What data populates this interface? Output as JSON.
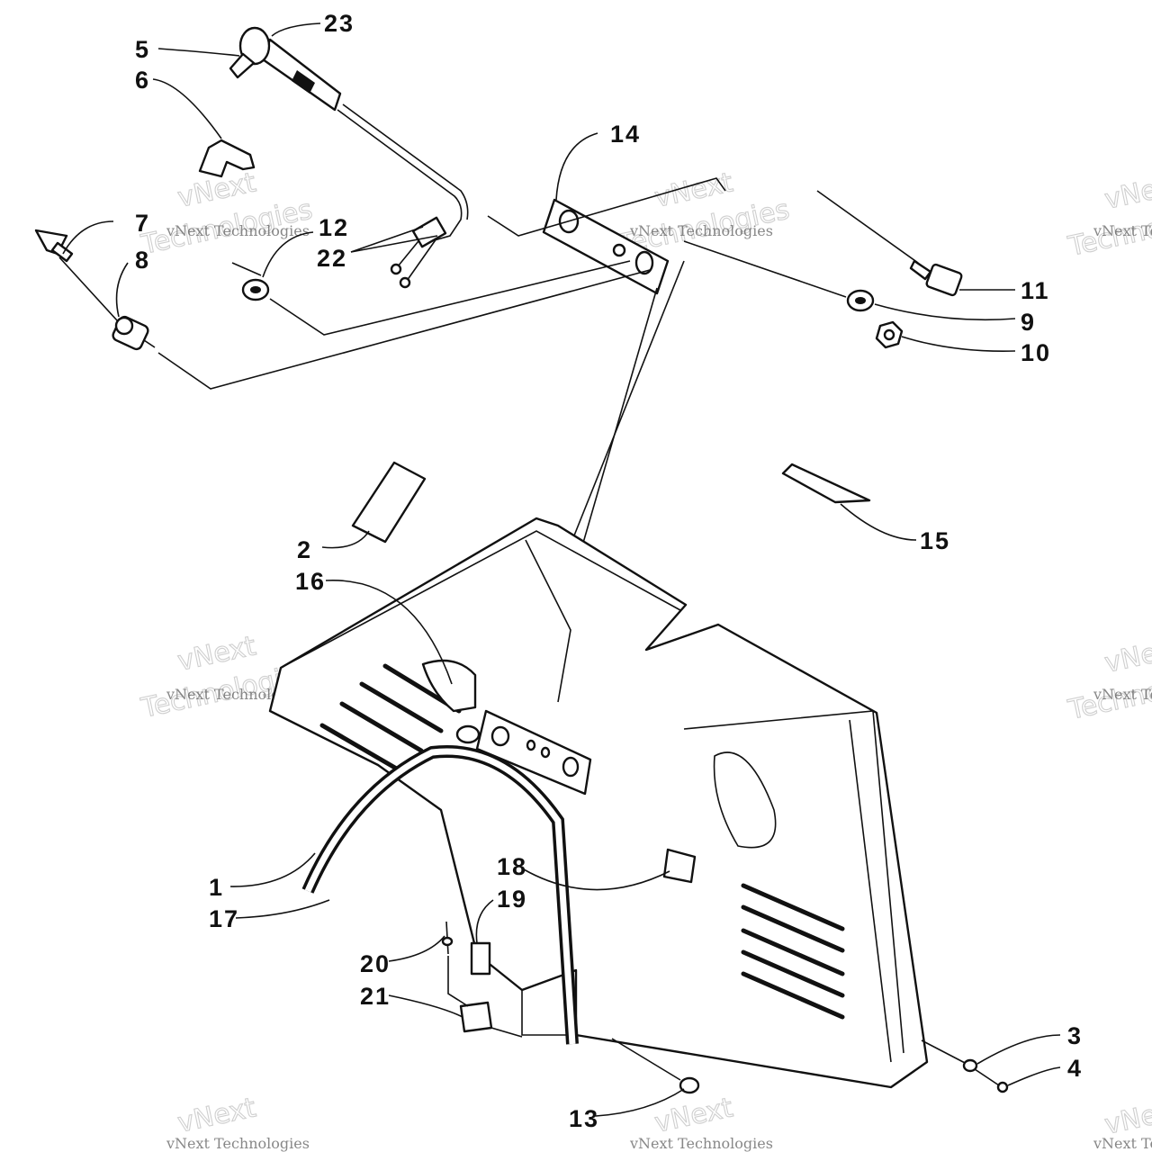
{
  "callouts": {
    "p1": "1",
    "p2": "2",
    "p3": "3",
    "p4": "4",
    "p5": "5",
    "p6": "6",
    "p7": "7",
    "p8": "8",
    "p9": "9",
    "p10": "10",
    "p11": "11",
    "p12": "12",
    "p13": "13",
    "p14": "14",
    "p15": "15",
    "p16": "16",
    "p17": "17",
    "p18": "18",
    "p19": "19",
    "p20": "20",
    "p21": "21",
    "p22": "22",
    "p23": "23"
  },
  "watermark": {
    "line1": "vNext Technologies",
    "line2": "vNext",
    "line3": "Technologies"
  }
}
